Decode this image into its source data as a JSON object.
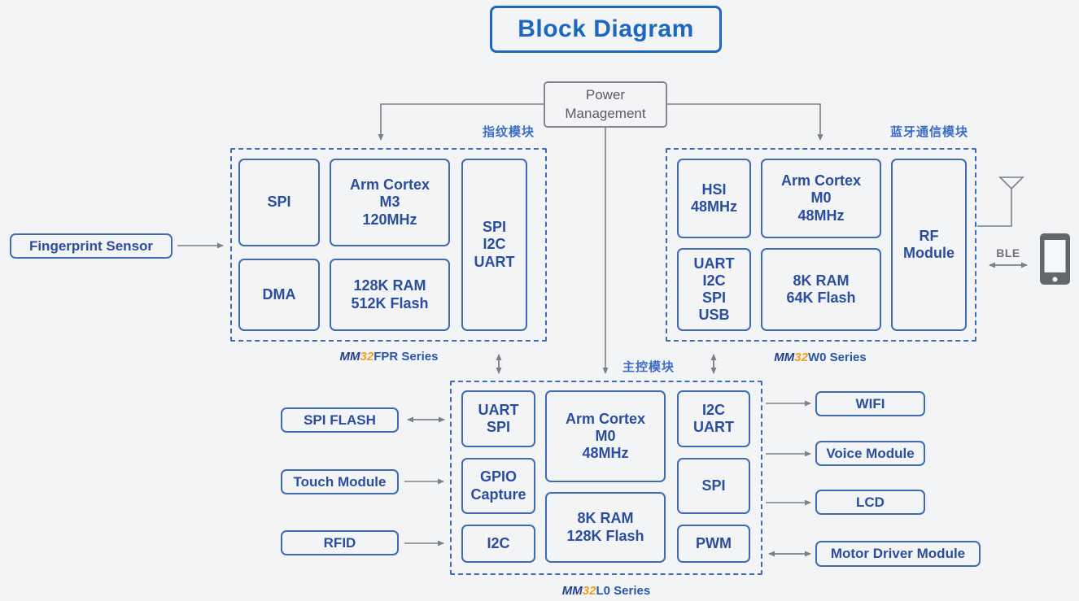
{
  "title": "Block Diagram",
  "power_management": "Power\nManagement",
  "peripherals": {
    "fingerprint_sensor": "Fingerprint Sensor",
    "spi_flash": "SPI FLASH",
    "touch_module": "Touch Module",
    "rfid": "RFID",
    "wifi": "WIFI",
    "voice_module": "Voice Module",
    "lcd": "LCD",
    "motor_driver_module": "Motor Driver Module",
    "ble": "BLE"
  },
  "modules": {
    "fingerprint": {
      "label_cn": "指纹模块",
      "series_mm": "MM",
      "series_num": "32",
      "series_rest": "FPR Series",
      "blocks": {
        "spi": "SPI",
        "cpu": "Arm Cortex\nM3\n120MHz",
        "dma": "DMA",
        "memory": "128K RAM\n512K Flash",
        "interfaces": "SPI\nI2C\nUART"
      }
    },
    "bluetooth": {
      "label_cn": "蓝牙通信模块",
      "series_mm": "MM",
      "series_num": "32",
      "series_rest": "W0 Series",
      "blocks": {
        "hsi": "HSI\n48MHz",
        "cpu": "Arm Cortex\nM0\n48MHz",
        "interfaces": "UART\nI2C\nSPI\nUSB",
        "memory": "8K RAM\n64K Flash",
        "rf": "RF\nModule"
      }
    },
    "main": {
      "label_cn": "主控模块",
      "series_mm": "MM",
      "series_num": "32",
      "series_rest": "L0 Series",
      "blocks": {
        "uart_spi": "UART\nSPI",
        "gpio_capture": "GPIO\nCapture",
        "i2c": "I2C",
        "cpu": "Arm Cortex\nM0\n48MHz",
        "memory": "8K RAM\n128K Flash",
        "i2c_uart": "I2C\nUART",
        "spi": "SPI",
        "pwm": "PWM"
      }
    }
  },
  "colors": {
    "module_border_blue": "#3f6cb5",
    "block_text_blue": "#2b4da0",
    "title_blue": "#1c67c0",
    "chinese_label_blue": "#3a6cc8",
    "series_navy": "#243f8f",
    "series_orange": "#f09e1e",
    "connector_gray": "#7d8084",
    "background": "#f3f4f5"
  }
}
